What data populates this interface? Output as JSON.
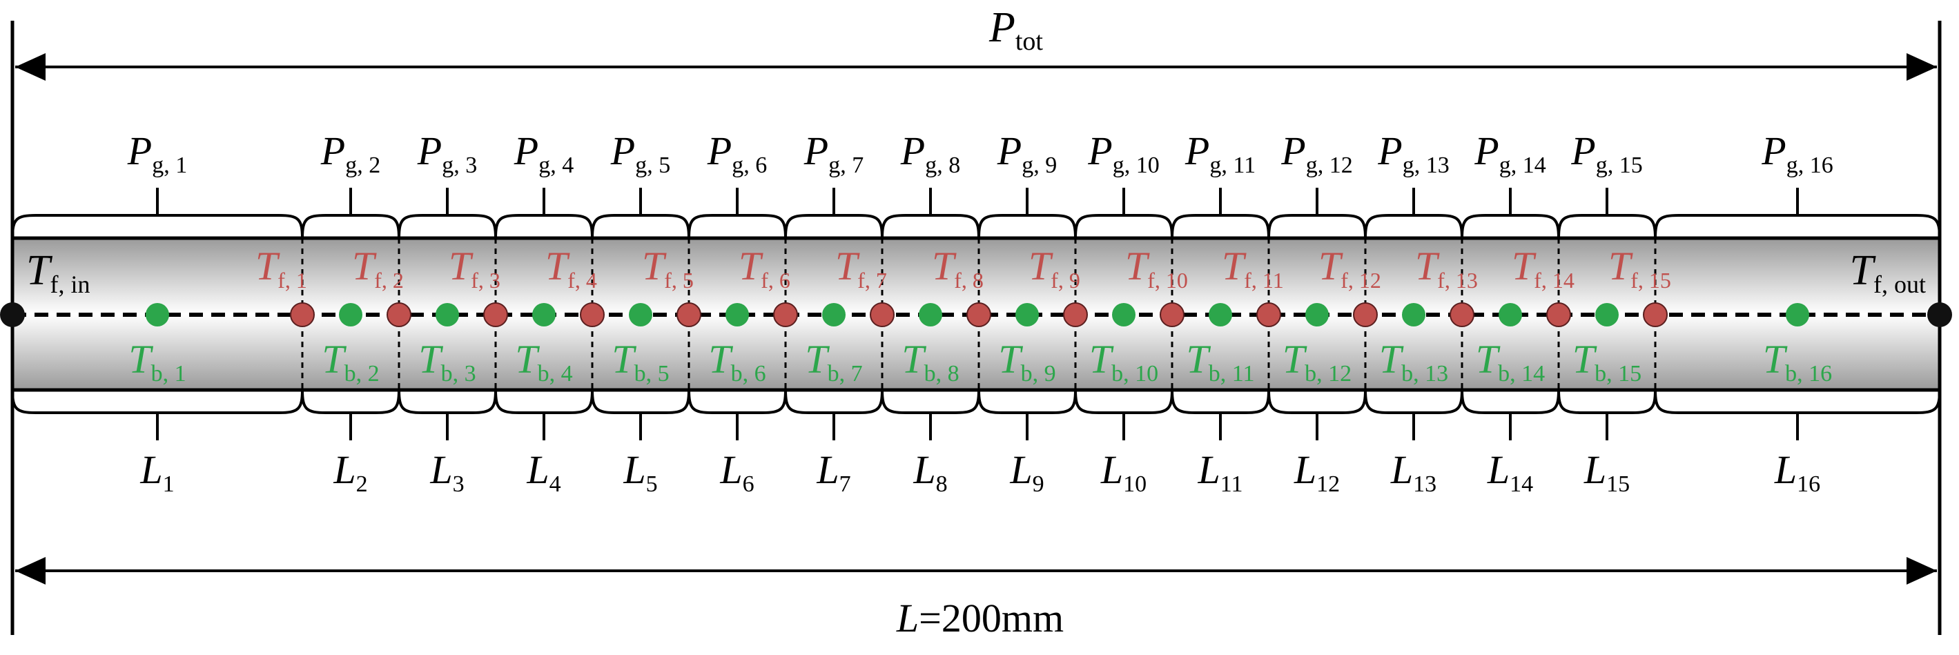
{
  "total_power": {
    "symbol": "P",
    "subscript": "tot"
  },
  "total_length": {
    "symbol": "L",
    "text": "=200mm"
  },
  "inlet_temp": {
    "symbol": "T",
    "subscript": "f, in"
  },
  "outlet_temp": {
    "symbol": "T",
    "subscript": "f, out"
  },
  "segments": [
    {
      "power": {
        "symbol": "P",
        "subscript": "g, 1"
      },
      "length": {
        "symbol": "L",
        "subscript": "1"
      },
      "bulk_temp": {
        "symbol": "T",
        "subscript": "b, 1"
      },
      "fluid_temp": {
        "symbol": "T",
        "subscript": "f, 1"
      }
    },
    {
      "power": {
        "symbol": "P",
        "subscript": "g, 2"
      },
      "length": {
        "symbol": "L",
        "subscript": "2"
      },
      "bulk_temp": {
        "symbol": "T",
        "subscript": "b, 2"
      },
      "fluid_temp": {
        "symbol": "T",
        "subscript": "f, 2"
      }
    },
    {
      "power": {
        "symbol": "P",
        "subscript": "g, 3"
      },
      "length": {
        "symbol": "L",
        "subscript": "3"
      },
      "bulk_temp": {
        "symbol": "T",
        "subscript": "b, 3"
      },
      "fluid_temp": {
        "symbol": "T",
        "subscript": "f, 3"
      }
    },
    {
      "power": {
        "symbol": "P",
        "subscript": "g, 4"
      },
      "length": {
        "symbol": "L",
        "subscript": "4"
      },
      "bulk_temp": {
        "symbol": "T",
        "subscript": "b, 4"
      },
      "fluid_temp": {
        "symbol": "T",
        "subscript": "f, 4"
      }
    },
    {
      "power": {
        "symbol": "P",
        "subscript": "g, 5"
      },
      "length": {
        "symbol": "L",
        "subscript": "5"
      },
      "bulk_temp": {
        "symbol": "T",
        "subscript": "b, 5"
      },
      "fluid_temp": {
        "symbol": "T",
        "subscript": "f, 5"
      }
    },
    {
      "power": {
        "symbol": "P",
        "subscript": "g, 6"
      },
      "length": {
        "symbol": "L",
        "subscript": "6"
      },
      "bulk_temp": {
        "symbol": "T",
        "subscript": "b, 6"
      },
      "fluid_temp": {
        "symbol": "T",
        "subscript": "f, 6"
      }
    },
    {
      "power": {
        "symbol": "P",
        "subscript": "g, 7"
      },
      "length": {
        "symbol": "L",
        "subscript": "7"
      },
      "bulk_temp": {
        "symbol": "T",
        "subscript": "b, 7"
      },
      "fluid_temp": {
        "symbol": "T",
        "subscript": "f, 7"
      }
    },
    {
      "power": {
        "symbol": "P",
        "subscript": "g, 8"
      },
      "length": {
        "symbol": "L",
        "subscript": "8"
      },
      "bulk_temp": {
        "symbol": "T",
        "subscript": "b, 8"
      },
      "fluid_temp": {
        "symbol": "T",
        "subscript": "f, 8"
      }
    },
    {
      "power": {
        "symbol": "P",
        "subscript": "g, 9"
      },
      "length": {
        "symbol": "L",
        "subscript": "9"
      },
      "bulk_temp": {
        "symbol": "T",
        "subscript": "b, 9"
      },
      "fluid_temp": {
        "symbol": "T",
        "subscript": "f, 9"
      }
    },
    {
      "power": {
        "symbol": "P",
        "subscript": "g, 10"
      },
      "length": {
        "symbol": "L",
        "subscript": "10"
      },
      "bulk_temp": {
        "symbol": "T",
        "subscript": "b, 10"
      },
      "fluid_temp": {
        "symbol": "T",
        "subscript": "f, 10"
      }
    },
    {
      "power": {
        "symbol": "P",
        "subscript": "g, 11"
      },
      "length": {
        "symbol": "L",
        "subscript": "11"
      },
      "bulk_temp": {
        "symbol": "T",
        "subscript": "b, 11"
      },
      "fluid_temp": {
        "symbol": "T",
        "subscript": "f, 11"
      }
    },
    {
      "power": {
        "symbol": "P",
        "subscript": "g, 12"
      },
      "length": {
        "symbol": "L",
        "subscript": "12"
      },
      "bulk_temp": {
        "symbol": "T",
        "subscript": "b, 12"
      },
      "fluid_temp": {
        "symbol": "T",
        "subscript": "f, 12"
      }
    },
    {
      "power": {
        "symbol": "P",
        "subscript": "g, 13"
      },
      "length": {
        "symbol": "L",
        "subscript": "13"
      },
      "bulk_temp": {
        "symbol": "T",
        "subscript": "b, 13"
      },
      "fluid_temp": {
        "symbol": "T",
        "subscript": "f, 13"
      }
    },
    {
      "power": {
        "symbol": "P",
        "subscript": "g, 14"
      },
      "length": {
        "symbol": "L",
        "subscript": "14"
      },
      "bulk_temp": {
        "symbol": "T",
        "subscript": "b, 14"
      },
      "fluid_temp": {
        "symbol": "T",
        "subscript": "f, 14"
      }
    },
    {
      "power": {
        "symbol": "P",
        "subscript": "g, 15"
      },
      "length": {
        "symbol": "L",
        "subscript": "15"
      },
      "bulk_temp": {
        "symbol": "T",
        "subscript": "b, 15"
      },
      "fluid_temp": {
        "symbol": "T",
        "subscript": "f, 15"
      }
    },
    {
      "power": {
        "symbol": "P",
        "subscript": "g, 16"
      },
      "length": {
        "symbol": "L",
        "subscript": "16"
      },
      "bulk_temp": {
        "symbol": "T",
        "subscript": "b, 16"
      }
    }
  ],
  "colors": {
    "line": "#000000",
    "fluid_node": "#c0504d",
    "bulk_node": "#2ca64b",
    "fluid_label": "#c0504d",
    "bulk_label": "#2ca64b",
    "rod_edge": "#a0a0a0",
    "rod_center": "#ffffff"
  }
}
